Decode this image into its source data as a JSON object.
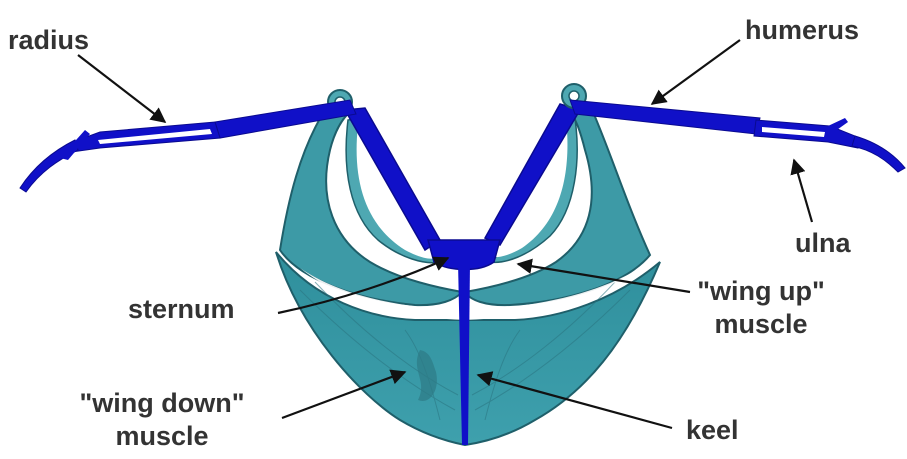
{
  "labels": {
    "radius": "radius",
    "humerus": "humerus",
    "ulna": "ulna",
    "sternum": "sternum",
    "wing_up_line1": "\"wing up\"",
    "wing_up_line2": "muscle",
    "wing_down_line1": "\"wing down\"",
    "wing_down_line2": "muscle",
    "keel": "keel"
  },
  "colors": {
    "bone": "#1010c8",
    "muscle": "#3d9aa6",
    "muscle_dark": "#1f6f7c",
    "muscle_light": "#8fc7cc",
    "text": "#333333",
    "arrow": "#111111"
  }
}
